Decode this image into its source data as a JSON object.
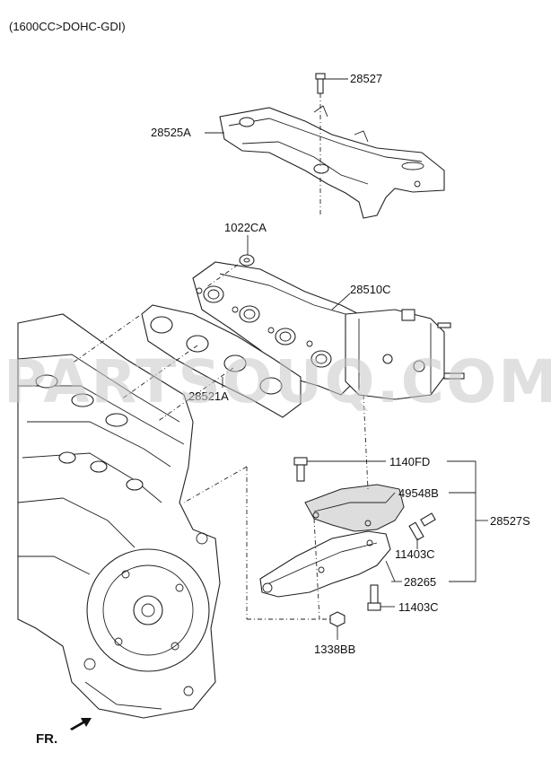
{
  "header": {
    "title": "(1600CC>DOHC-GDI)"
  },
  "watermark": "PARTSOUQ.COM",
  "direction": {
    "label": "FR."
  },
  "parts": {
    "p28527": "28527",
    "p28525A": "28525A",
    "p1022CA": "1022CA",
    "p28510C": "28510C",
    "p28521A": "28521A",
    "p1140FD": "1140FD",
    "p49548B": "49548B",
    "p11403C_upper": "11403C",
    "p28265": "28265",
    "p11403C_lower": "11403C",
    "p1338BB": "1338BB",
    "p28527S": "28527S"
  }
}
